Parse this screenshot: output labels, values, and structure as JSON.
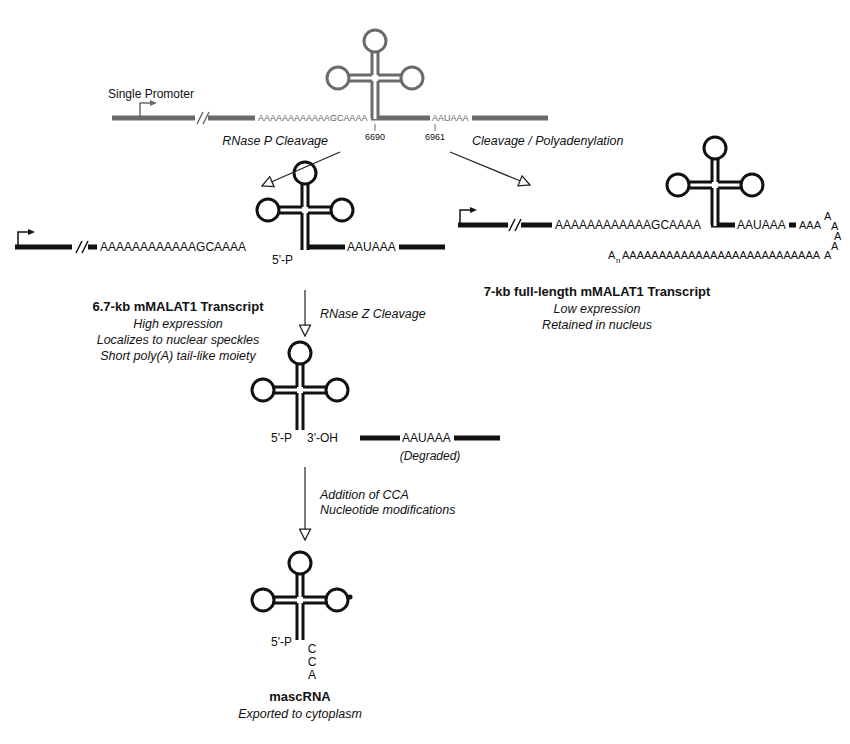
{
  "diagram": {
    "nodes": [
      {
        "text": [
          "Single Promoter",
          "AAAAAAAAAAAAGCAAAA",
          "AAUAAA",
          "6690",
          "6961"
        ]
      },
      {
        "text": [
          "AAAAAAAAAAAAGCAAAA",
          "5'-P",
          "AAUAAA",
          "6.7-kb mMALAT1 Transcript",
          "High expression",
          "Localizes to nuclear speckles",
          "Short poly(A) tail-like moiety"
        ]
      },
      {
        "text": [
          "AAAAAAAAAAAAGCAAAA",
          "AAUAAA",
          "AAA",
          "A",
          "A",
          "A",
          "A",
          "A",
          "A",
          "n",
          "AAAAAAAAAAAAAAAAAAAAAAAAAAA",
          "7-kb full-length mMALAT1 Transcript",
          "Low expression",
          "Retained in nucleus"
        ]
      },
      {
        "text": [
          "5'-P",
          "3'-OH"
        ]
      },
      {
        "text": [
          "AAUAAA",
          "(Degraded)"
        ]
      },
      {
        "text": [
          "5'-P",
          "CCA",
          "mascRNA",
          "Exported to cytoplasm"
        ]
      }
    ],
    "edges": [
      {
        "from": 0,
        "to": 1,
        "arrow": "to",
        "label": "RNase P Cleavage"
      },
      {
        "from": 0,
        "to": 2,
        "arrow": "to",
        "label": "Cleavage / Polyadenylation"
      },
      {
        "from": 1,
        "to": 3,
        "arrow": "to",
        "label": "RNase Z Cleavage"
      },
      {
        "from": 3,
        "to": 5,
        "arrow": "to",
        "label": "Addition of CCA Nucleotide modifications"
      }
    ]
  }
}
